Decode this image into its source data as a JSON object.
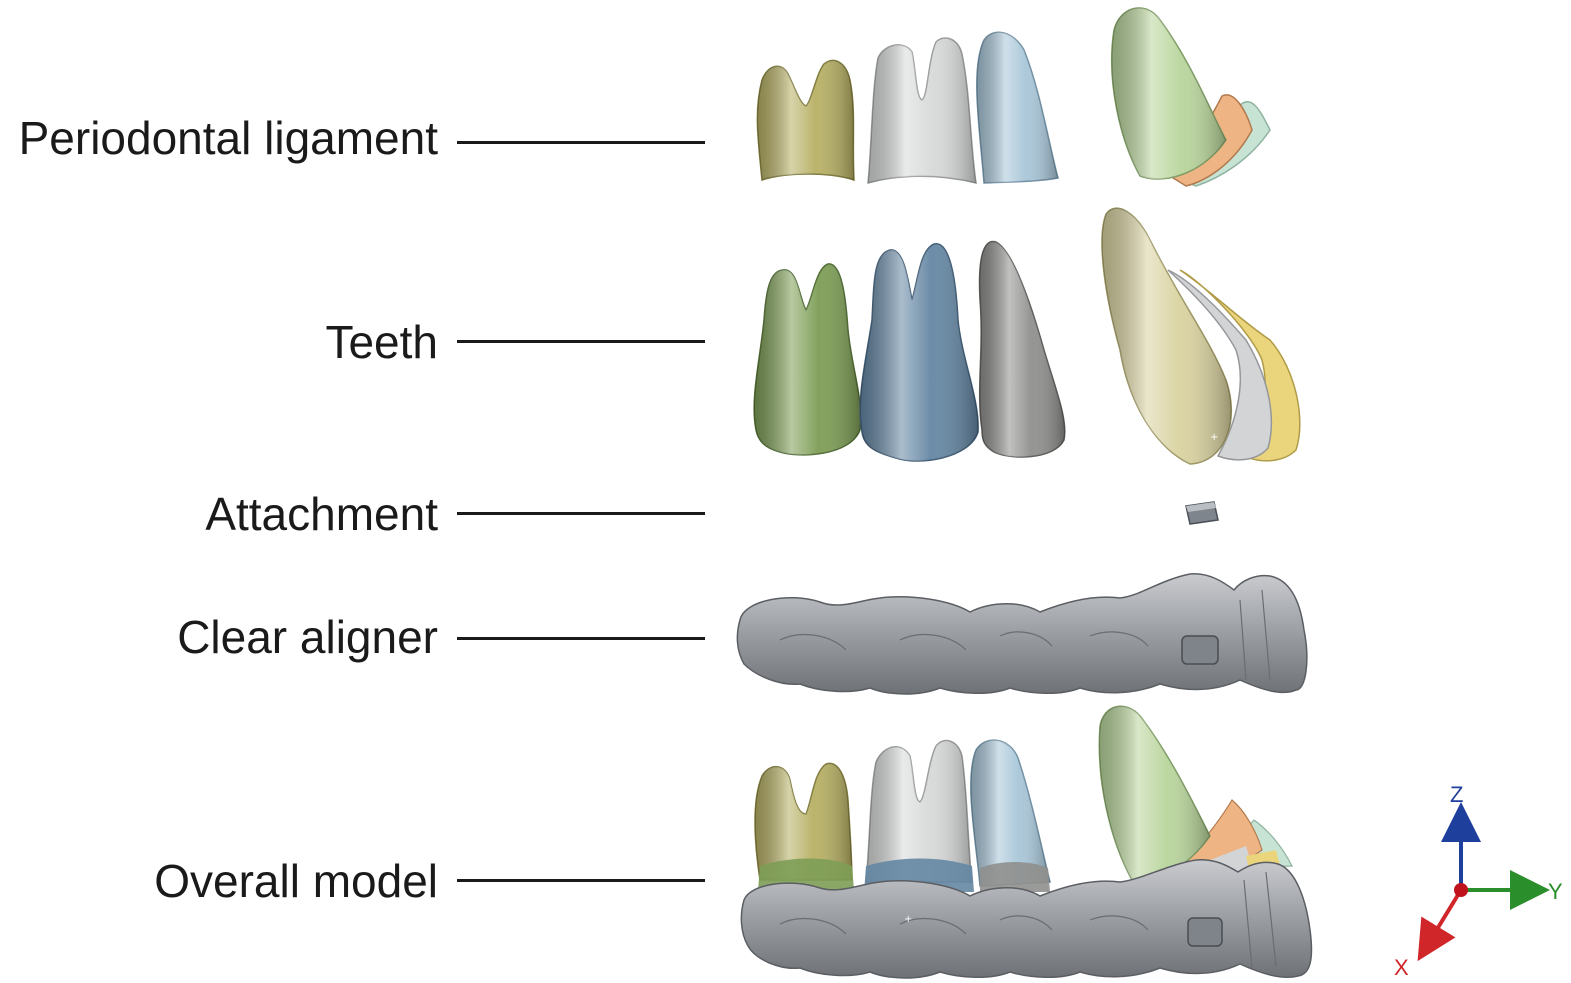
{
  "rows": [
    {
      "id": "pdl",
      "label": "Periodontal ligament"
    },
    {
      "id": "teeth",
      "label": "Teeth"
    },
    {
      "id": "attachment",
      "label": "Attachment"
    },
    {
      "id": "aligner",
      "label": "Clear aligner"
    },
    {
      "id": "overall",
      "label": "Overall model"
    }
  ],
  "axes": {
    "z": "Z",
    "y": "Y",
    "x": "X"
  },
  "colors": {
    "molar": "#b7b064",
    "premolar_1": "#d7d9d9",
    "premolar_2": "#a8c6d8",
    "canine": "#b9d59c",
    "lateral": "#efb483",
    "central": "#c6e3d4",
    "tooth_molar": "#7d9d55",
    "tooth_premolar_1": "#6486a3",
    "tooth_premolar_2": "#8f8f8d",
    "tooth_canine": "#d9d2a0",
    "tooth_lateral": "#d2d4d6",
    "tooth_central": "#ead47c",
    "aligner": "#8f9297",
    "axis_z": "#1f3f9c",
    "axis_y": "#2a8f2a",
    "axis_x": "#d0262a",
    "origin": "#c0121c"
  }
}
